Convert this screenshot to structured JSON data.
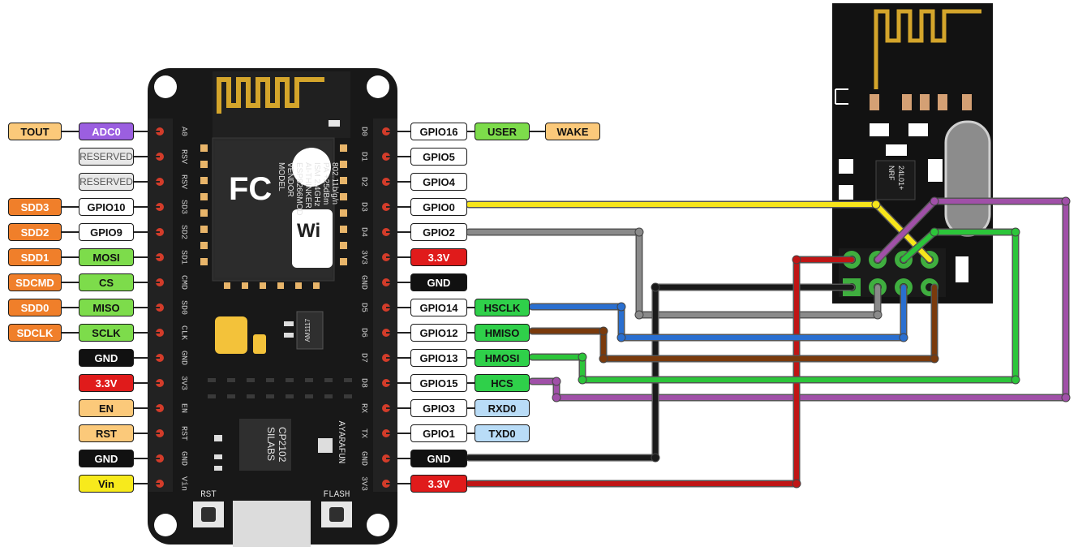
{
  "left_pins": [
    {
      "pin": "A0",
      "labels": [
        {
          "text": "TOUT",
          "color": "peach"
        },
        {
          "text": "ADC0",
          "color": "purple"
        }
      ]
    },
    {
      "pin": "RSV",
      "labels": [
        {
          "text": "RESERVED",
          "color": "gray"
        }
      ]
    },
    {
      "pin": "RSV",
      "labels": [
        {
          "text": "RESERVED",
          "color": "gray"
        }
      ]
    },
    {
      "pin": "SD3",
      "labels": [
        {
          "text": "SDD3",
          "color": "orange"
        },
        {
          "text": "GPIO10",
          "color": "white"
        }
      ]
    },
    {
      "pin": "SD2",
      "labels": [
        {
          "text": "SDD2",
          "color": "orange"
        },
        {
          "text": "GPIO9",
          "color": "white"
        }
      ]
    },
    {
      "pin": "SD1",
      "labels": [
        {
          "text": "SDD1",
          "color": "orange"
        },
        {
          "text": "MOSI",
          "color": "green"
        }
      ]
    },
    {
      "pin": "CMD",
      "labels": [
        {
          "text": "SDCMD",
          "color": "orange"
        },
        {
          "text": "CS",
          "color": "green"
        }
      ]
    },
    {
      "pin": "SD0",
      "labels": [
        {
          "text": "SDD0",
          "color": "orange"
        },
        {
          "text": "MISO",
          "color": "green"
        }
      ]
    },
    {
      "pin": "CLK",
      "labels": [
        {
          "text": "SDCLK",
          "color": "orange"
        },
        {
          "text": "SCLK",
          "color": "green"
        }
      ]
    },
    {
      "pin": "GND",
      "labels": [
        {
          "text": "GND",
          "color": "black"
        }
      ]
    },
    {
      "pin": "3V3",
      "labels": [
        {
          "text": "3.3V",
          "color": "red"
        }
      ]
    },
    {
      "pin": "EN",
      "labels": [
        {
          "text": "EN",
          "color": "peach"
        }
      ]
    },
    {
      "pin": "RST",
      "labels": [
        {
          "text": "RST",
          "color": "peach"
        }
      ]
    },
    {
      "pin": "GND",
      "labels": [
        {
          "text": "GND",
          "color": "black"
        }
      ]
    },
    {
      "pin": "Vin",
      "labels": [
        {
          "text": "Vin",
          "color": "yellow"
        }
      ]
    }
  ],
  "right_pins": [
    {
      "pin": "D0",
      "labels": [
        {
          "text": "GPIO16",
          "color": "white"
        },
        {
          "text": "USER",
          "color": "green"
        },
        {
          "text": "WAKE",
          "color": "peach"
        }
      ]
    },
    {
      "pin": "D1",
      "labels": [
        {
          "text": "GPIO5",
          "color": "white"
        }
      ]
    },
    {
      "pin": "D2",
      "labels": [
        {
          "text": "GPIO4",
          "color": "white"
        }
      ]
    },
    {
      "pin": "D3",
      "labels": [
        {
          "text": "GPIO0",
          "color": "white"
        }
      ]
    },
    {
      "pin": "D4",
      "labels": [
        {
          "text": "GPIO2",
          "color": "white"
        }
      ]
    },
    {
      "pin": "3V3",
      "labels": [
        {
          "text": "3.3V",
          "color": "red"
        }
      ]
    },
    {
      "pin": "GND",
      "labels": [
        {
          "text": "GND",
          "color": "black"
        }
      ]
    },
    {
      "pin": "D5",
      "labels": [
        {
          "text": "GPIO14",
          "color": "white"
        },
        {
          "text": "HSCLK",
          "color": "lime"
        }
      ]
    },
    {
      "pin": "D6",
      "labels": [
        {
          "text": "GPIO12",
          "color": "white"
        },
        {
          "text": "HMISO",
          "color": "lime"
        }
      ]
    },
    {
      "pin": "D7",
      "labels": [
        {
          "text": "GPIO13",
          "color": "white"
        },
        {
          "text": "HMOSI",
          "color": "lime"
        }
      ]
    },
    {
      "pin": "D8",
      "labels": [
        {
          "text": "GPIO15",
          "color": "white"
        },
        {
          "text": "HCS",
          "color": "lime"
        }
      ]
    },
    {
      "pin": "RX",
      "labels": [
        {
          "text": "GPIO3",
          "color": "white"
        },
        {
          "text": "RXD0",
          "color": "blue"
        }
      ]
    },
    {
      "pin": "TX",
      "labels": [
        {
          "text": "GPIO1",
          "color": "white"
        },
        {
          "text": "TXD0",
          "color": "blue"
        }
      ]
    },
    {
      "pin": "GND",
      "labels": [
        {
          "text": "GND",
          "color": "black"
        }
      ]
    },
    {
      "pin": "3V3",
      "labels": [
        {
          "text": "3.3V",
          "color": "red"
        }
      ]
    }
  ],
  "board": {
    "module_lines": [
      "MODEL",
      "VENDOR",
      "ESP8266MOD",
      "AI-THINKER",
      "ISM 2.4GHz",
      "PA +25dBm",
      "802.11b/g/n"
    ],
    "usb_chip": [
      "SILABS",
      "CP2102"
    ],
    "regulator": "AM1117",
    "brand": "AYARAFUN",
    "fcc": "FC",
    "wifi": "Wi",
    "btn_rst": "RST",
    "btn_flash": "FLASH"
  },
  "radio": {
    "chip_text": [
      "NRF",
      "24L01+"
    ]
  },
  "colors": {
    "yellow": "#f7e51b",
    "gray": "#8a8a8a",
    "black": "#1a1a1a",
    "red": "#c01515",
    "blue": "#2a6fd0",
    "brown": "#7a3a0c",
    "green": "#2cc53a",
    "purple": "#a050a8"
  }
}
